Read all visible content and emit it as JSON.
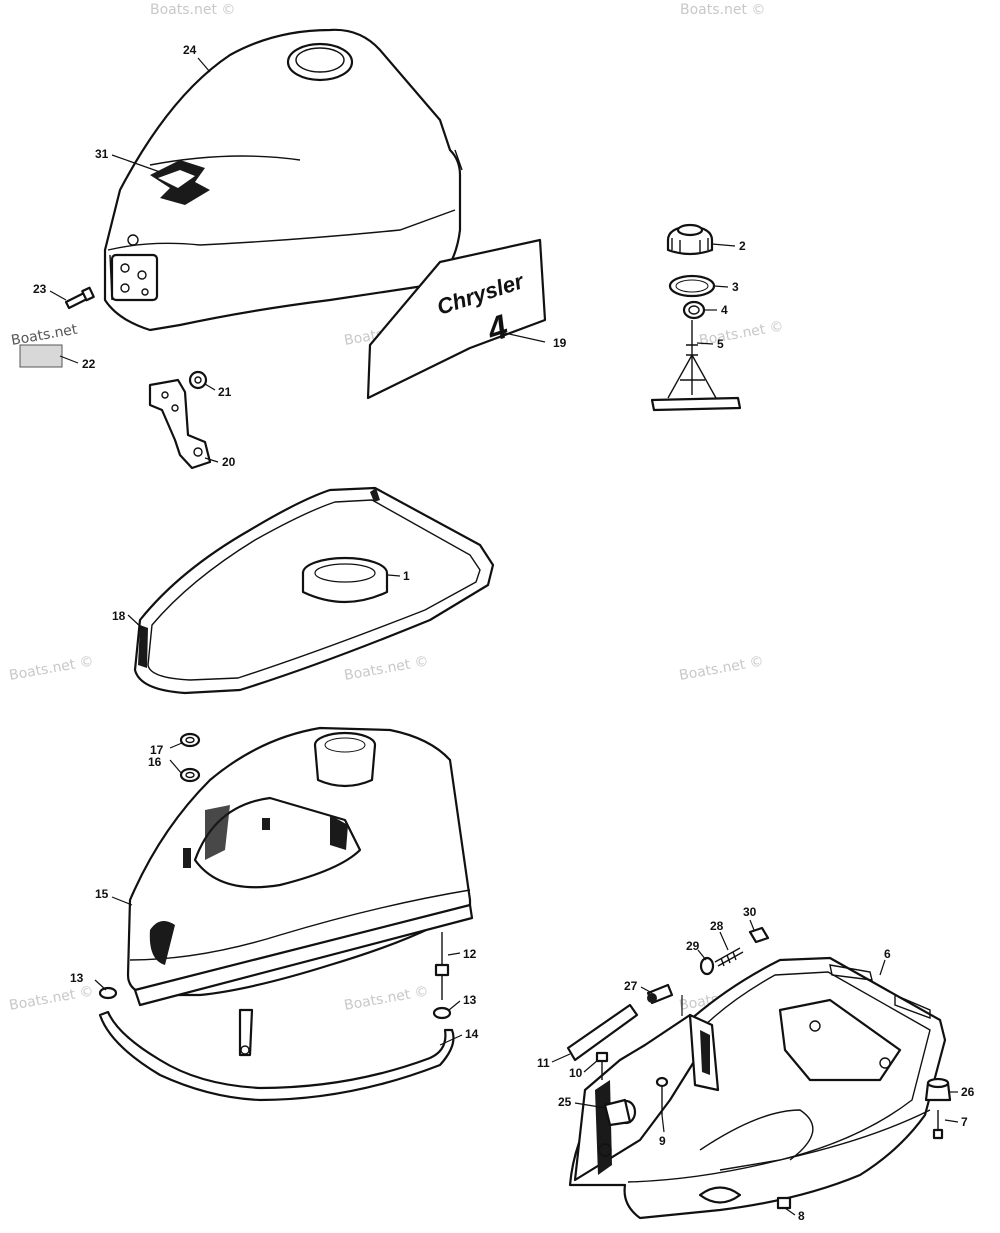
{
  "diagram": {
    "decal": {
      "brand": "Chrysler",
      "model": "4"
    },
    "watermarks": [
      "Boats.net ©",
      "Boats.net ©",
      "Boats.net ©",
      "Boats.net ©",
      "Boats.net ©",
      "Boats.net ©",
      "Boats.net ©",
      "Boats.net ©",
      "Boats.net ©",
      "Boats.net",
      "Boats.net ©"
    ],
    "callouts": [
      "24",
      "31",
      "23",
      "22",
      "21",
      "20",
      "19",
      "2",
      "3",
      "4",
      "5",
      "1",
      "18",
      "17",
      "16",
      "15",
      "12",
      "13",
      "13",
      "14",
      "30",
      "28",
      "29",
      "6",
      "27",
      "11",
      "10",
      "26",
      "25",
      "9",
      "7",
      "8"
    ]
  }
}
